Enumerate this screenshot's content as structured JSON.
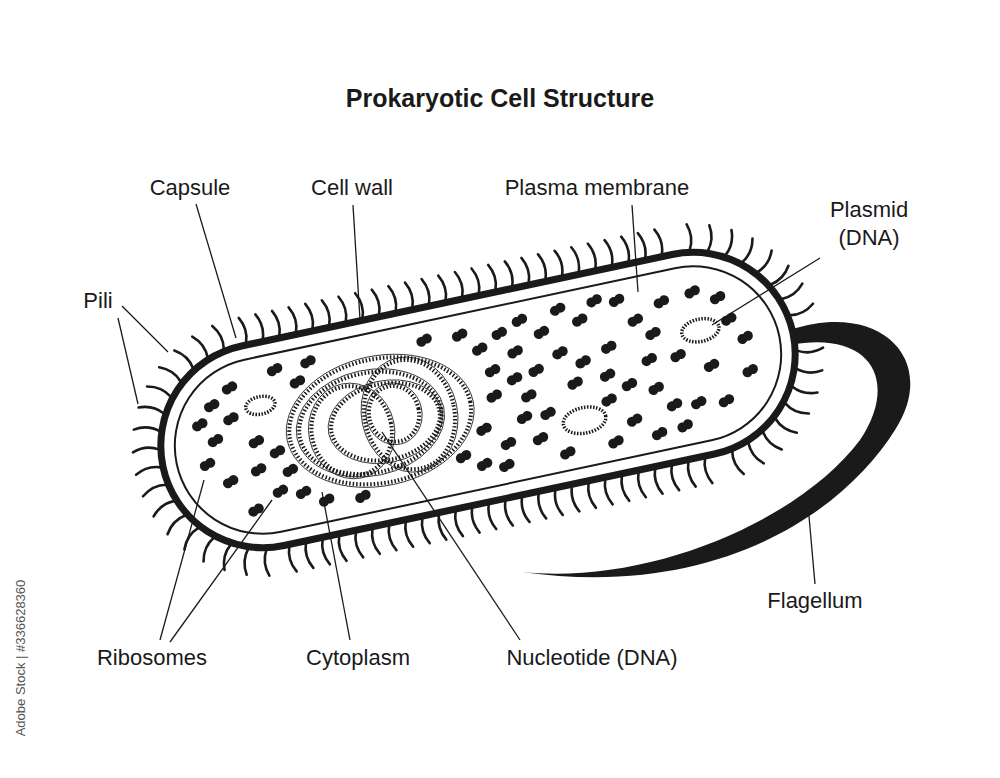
{
  "diagram": {
    "title": "Prokaryotic Cell Structure",
    "labels": [
      "Capsule",
      "Cell wall",
      "Plasma membrane",
      "Plasmid (DNA)",
      "Pili",
      "Ribosomes",
      "Cytoplasm",
      "Nucleotide (DNA)",
      "Flagellum",
      "Adobe Stock | #336628360"
    ]
  }
}
